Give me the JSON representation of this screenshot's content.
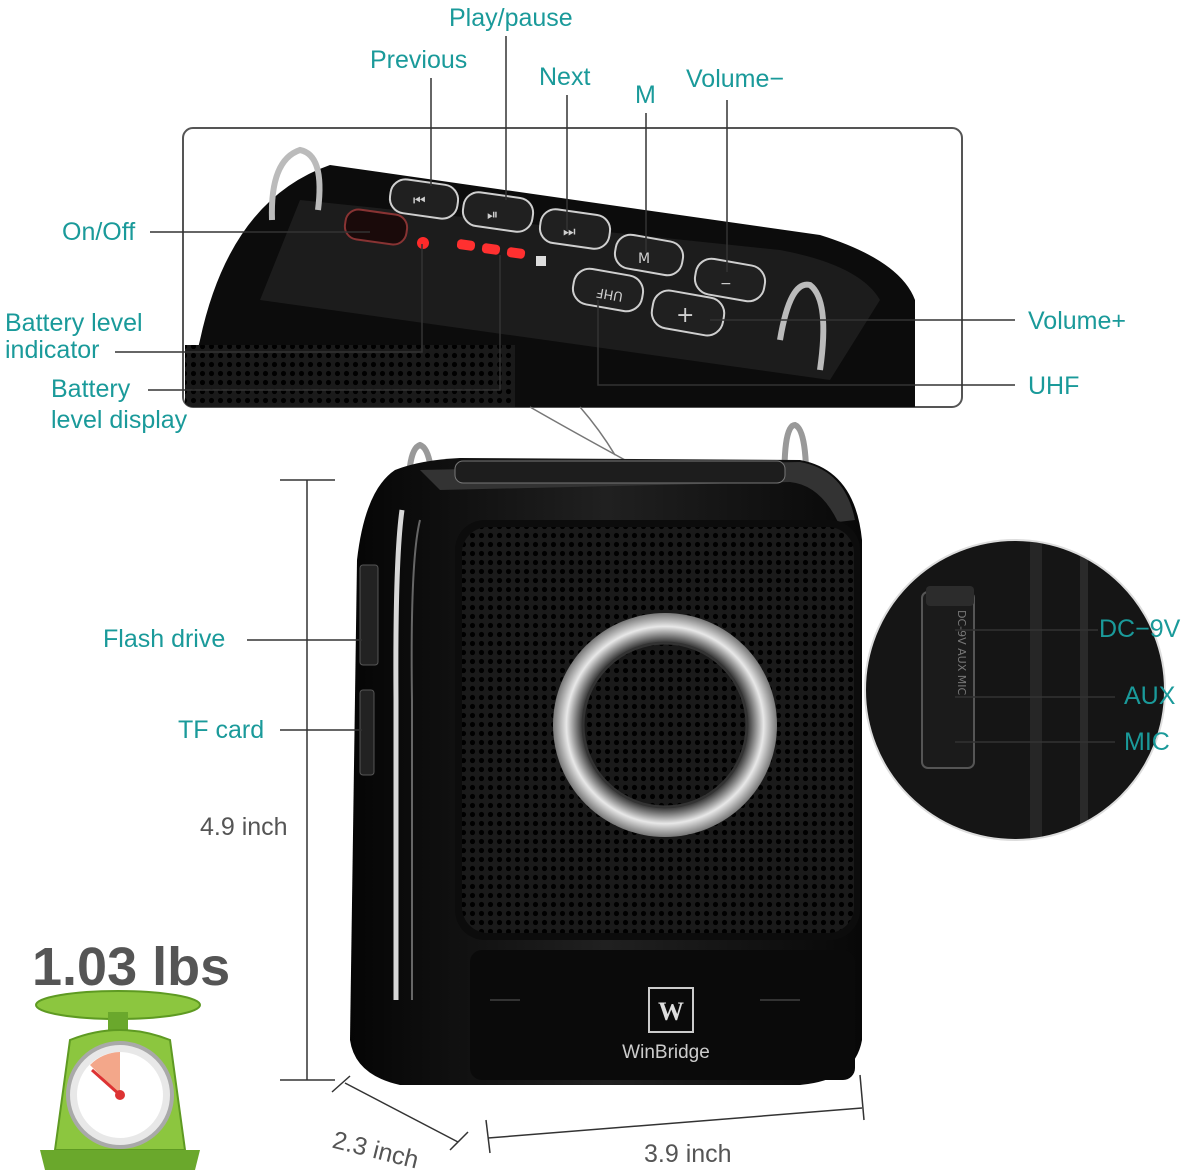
{
  "labels": {
    "play_pause": "Play/pause",
    "previous": "Previous",
    "next": "Next",
    "m": "M",
    "volume_minus": "Volume−",
    "on_off": "On/Off",
    "battery_level_indicator_1": "Battery level",
    "battery_level_indicator_2": "indicator",
    "battery_level_display_1": "Battery",
    "battery_level_display_2": "level display",
    "volume_plus": "Volume+",
    "uhf": "UHF",
    "flash_drive": "Flash drive",
    "tf_card": "TF card",
    "dc_9v": "DC−9V",
    "aux": "AUX",
    "mic": "MIC"
  },
  "dimensions": {
    "height": "4.9 inch",
    "depth": "2.3 inch",
    "width": "3.9 inch"
  },
  "weight": "1.03 lbs",
  "brand": "WinBridge",
  "logo_letter": "W",
  "device_print": {
    "uhf_button": "UHF",
    "m_button": "M",
    "side_port_text": "DC-9V AUX MIC"
  },
  "colors": {
    "label_teal": "#1a9a9a",
    "dimension_gray": "#555555",
    "device_black": "#111111",
    "led_red": "#ff2a2a",
    "scale_green": "#8cc63f"
  }
}
